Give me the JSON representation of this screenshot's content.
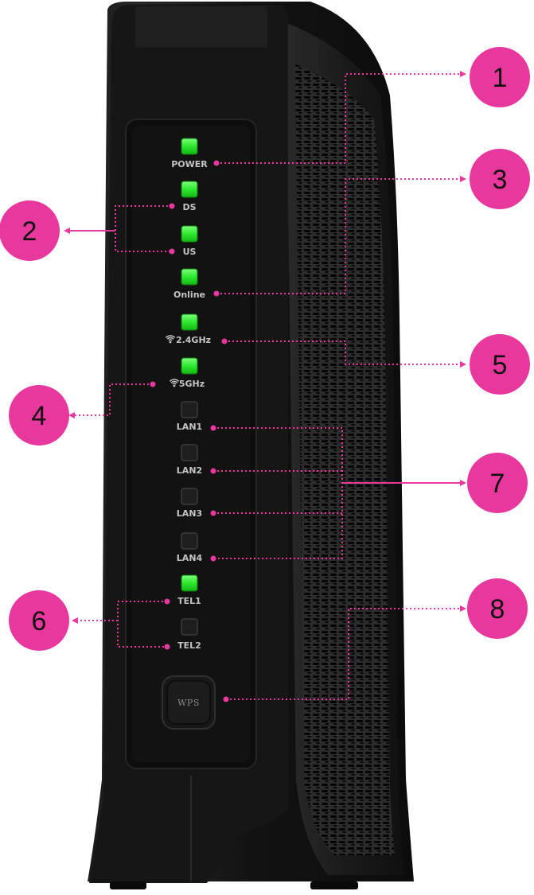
{
  "colors": {
    "accent": "#e8389e",
    "led_on": "#22dd22",
    "led_off": "#1e1e1e",
    "device_body": "#141414",
    "label_text": "#c4c4c4"
  },
  "leds": [
    {
      "id": "power",
      "label": "POWER",
      "state": "on",
      "wifi_icon": false
    },
    {
      "id": "ds",
      "label": "DS",
      "state": "on",
      "wifi_icon": false
    },
    {
      "id": "us",
      "label": "US",
      "state": "on",
      "wifi_icon": false
    },
    {
      "id": "online",
      "label": "Online",
      "state": "on",
      "wifi_icon": false
    },
    {
      "id": "wifi-24",
      "label": "2.4GHz",
      "state": "on",
      "wifi_icon": true
    },
    {
      "id": "wifi-5",
      "label": "5GHz",
      "state": "on",
      "wifi_icon": true
    },
    {
      "id": "lan1",
      "label": "LAN1",
      "state": "off",
      "wifi_icon": false
    },
    {
      "id": "lan2",
      "label": "LAN2",
      "state": "off",
      "wifi_icon": false
    },
    {
      "id": "lan3",
      "label": "LAN3",
      "state": "off",
      "wifi_icon": false
    },
    {
      "id": "lan4",
      "label": "LAN4",
      "state": "off",
      "wifi_icon": false
    },
    {
      "id": "tel1",
      "label": "TEL1",
      "state": "on",
      "wifi_icon": false
    },
    {
      "id": "tel2",
      "label": "TEL2",
      "state": "off",
      "wifi_icon": false
    }
  ],
  "wps_button": {
    "label": "WPS"
  },
  "callouts": [
    {
      "id": "1",
      "label": "1"
    },
    {
      "id": "2",
      "label": "2"
    },
    {
      "id": "3",
      "label": "3"
    },
    {
      "id": "4",
      "label": "4"
    },
    {
      "id": "5",
      "label": "5"
    },
    {
      "id": "6",
      "label": "6"
    },
    {
      "id": "7",
      "label": "7"
    },
    {
      "id": "8",
      "label": "8"
    }
  ]
}
